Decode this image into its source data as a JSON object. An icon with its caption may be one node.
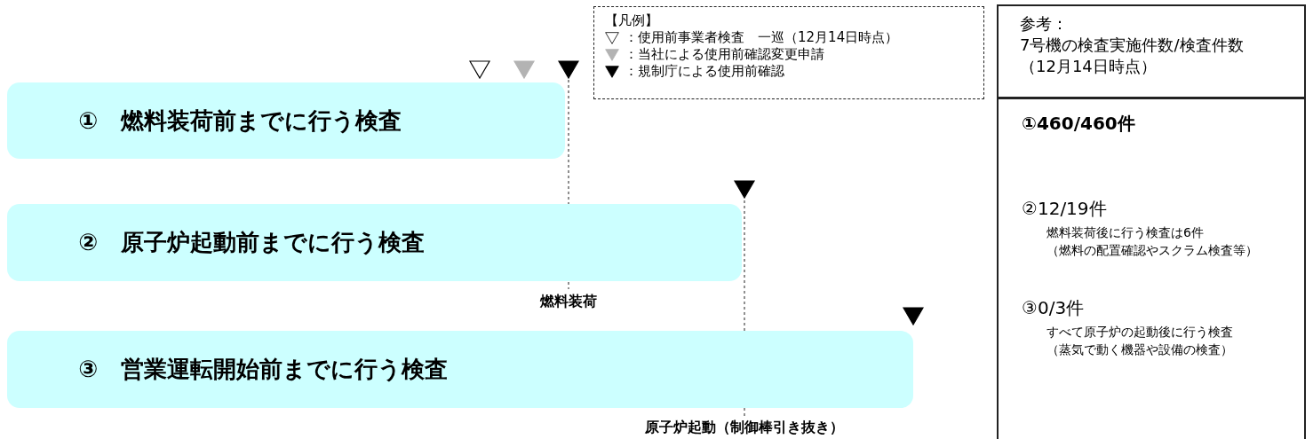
{
  "diagram": {
    "nodes": [
      {
        "text": [
          "①　燃料装荷前までに行う検査"
        ]
      },
      {
        "text": [
          "②　原子炉起動前までに行う検査"
        ]
      },
      {
        "text": [
          "③　営業運転開始前までに行う検査"
        ]
      },
      {
        "text": [
          "参考：",
          "7号機の検査実施件数/検査件数",
          "（12月14日時点）"
        ]
      },
      {
        "text": [
          "①460/460件",
          "②12/19件",
          "燃料装荷後に行う検査は6件",
          "（燃料の配置確認やスクラム検査等）",
          "③0/3件",
          "すべて原子炉の起動後に行う検査",
          "（蒸気で動く機器や設備の検査）"
        ]
      }
    ],
    "labels": [
      "【凡例】",
      "燃料装荷",
      "原子炉起動（制御棒引き抜き）"
    ],
    "legend": [
      {
        "text": "：使用前事業者検査　一巡（12月14日時点）"
      },
      {
        "text": "：当社による使用前確認変更申請"
      },
      {
        "text": "：規制庁による使用前確認"
      }
    ]
  }
}
